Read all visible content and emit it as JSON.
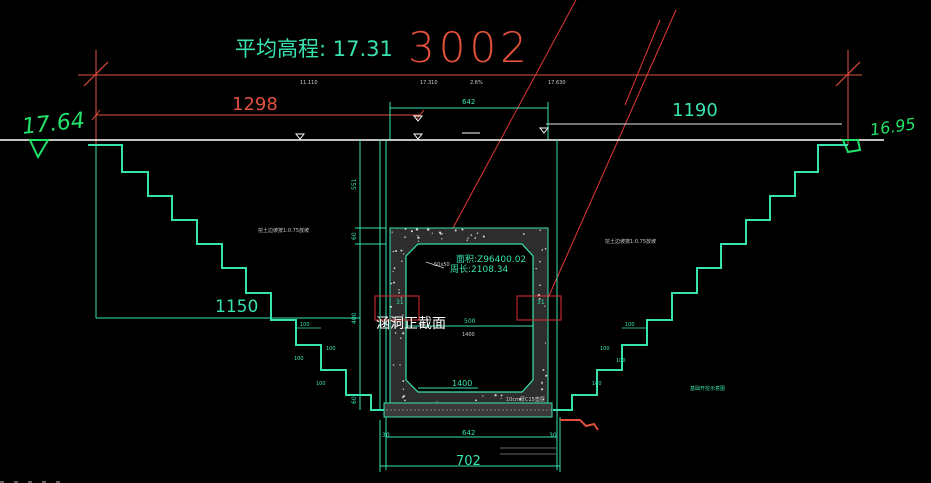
{
  "drawing": {
    "average_elevation_label": "平均高程: 17.31",
    "section_number": "3002",
    "left_ground_elevation": "17.64",
    "right_ground_elevation": "16.95",
    "left_offset": "1298",
    "right_offset": "1190",
    "left_height": "1150",
    "box_top_width": "642",
    "box_bottom_width": "642",
    "overall_bottom_width": "702",
    "interior_width": "500",
    "interior_width_2": "1400",
    "top_ticks": [
      "11.110",
      "17.310",
      "2.6%",
      "17.630"
    ],
    "left_slope_note": "挖土边坡按1:0.75放坡",
    "right_slope_note": "挖土边坡按1:0.75放坡",
    "area_label": "面积:Z96400.02",
    "perimeter_label": "周长:2108.34",
    "chamfer_label": "50x50",
    "culvert_label": "涵洞正截面",
    "box_label_left": "31",
    "box_label_right": "31",
    "dim_left_vertical_top": "551",
    "dim_left_vertical_mid": "60",
    "dim_left_vertical_main": "400",
    "dim_left_vertical_bottom": "60",
    "dim_bottom_small_left": "30",
    "dim_bottom_small_right": "30",
    "bench_width": "100",
    "bench_height": "100",
    "base_note": "10cm厚C15垫层",
    "bottom_right_note": "基础开挖示意图",
    "colors": {
      "background": "#000000",
      "structure": "#00e6a8",
      "dimension": "#d43a3a",
      "ground": "#ffffff",
      "handwriting": "#21e36a",
      "concrete_fill": "#3a3a3a"
    }
  }
}
